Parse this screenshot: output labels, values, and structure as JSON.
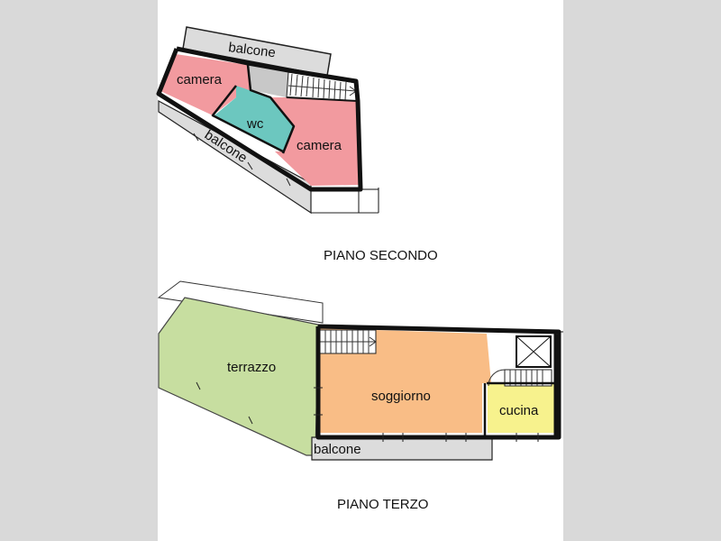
{
  "floors": [
    {
      "title": "PIANO SECONDO",
      "rooms": {
        "camera_left": "camera",
        "wc": "wc",
        "camera_right": "camera",
        "balcone_top": "balcone",
        "balcone_diag": "balcone"
      }
    },
    {
      "title": "PIANO TERZO",
      "rooms": {
        "terrazzo": "terrazzo",
        "soggiorno": "soggiorno",
        "cucina": "cucina",
        "balcone": "balcone"
      }
    }
  ],
  "colors": {
    "background": "#d9d9d9",
    "paper": "#ffffff",
    "camera": "#f29a9f",
    "wc": "#6cc7bf",
    "terrazzo": "#c7dea0",
    "soggiorno": "#f9bd86",
    "cucina": "#f7f28d",
    "balcone": "#dcdcdc",
    "stair_landing": "#c8c8c8"
  }
}
